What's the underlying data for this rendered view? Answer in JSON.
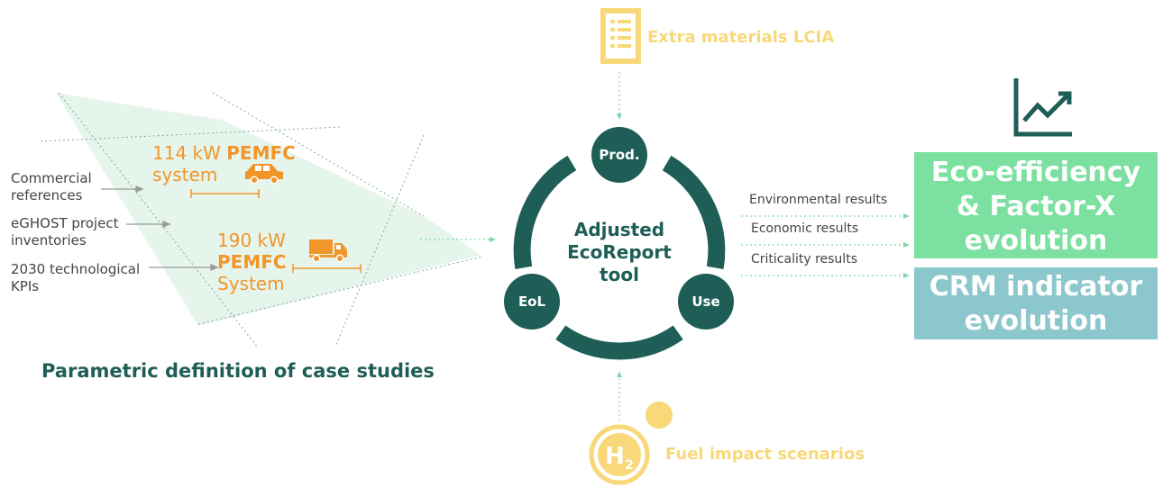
{
  "inputs": [
    {
      "lines": [
        "Commercial",
        "references"
      ]
    },
    {
      "lines": [
        "eGHOST project",
        "inventories"
      ]
    },
    {
      "lines": [
        "2030 technological",
        "KPIs"
      ]
    }
  ],
  "case1": {
    "power": "114 kW",
    "tech": "PEMFC",
    "system": "system",
    "icon": "car-icon"
  },
  "case2": {
    "power": "190 kW",
    "tech": "PEMFC",
    "system": "System",
    "icon": "truck-icon"
  },
  "caption": "Parametric definition of case studies",
  "center": {
    "lines": [
      "Adjusted",
      "EcoReport",
      "tool"
    ]
  },
  "nodes": {
    "prod": "Prod.",
    "eol": "EoL",
    "use": "Use"
  },
  "top": {
    "label": "Extra materials LCIA",
    "icon": "document-list-icon"
  },
  "bottom": {
    "label": "Fuel impact scenarios",
    "icon_text": "H",
    "icon_sub": "2",
    "icon": "hydrogen-icon"
  },
  "results": [
    {
      "label": "Environmental results"
    },
    {
      "label": "Economic results"
    },
    {
      "label": "Criticality results"
    }
  ],
  "outputs": {
    "green_lines": [
      "Eco-efficiency",
      "& Factor-X",
      "evolution"
    ],
    "teal_lines": [
      "CRM indicator",
      "evolution"
    ],
    "chart_icon": "trend-chart-icon"
  },
  "colors": {
    "dark_teal": "#1E5E56",
    "orange": "#F0962A",
    "yellow": "#F8D878",
    "green_box": "#7BE0A0",
    "teal_box": "#8CC7CE",
    "dotted": "#7FD9A8"
  }
}
